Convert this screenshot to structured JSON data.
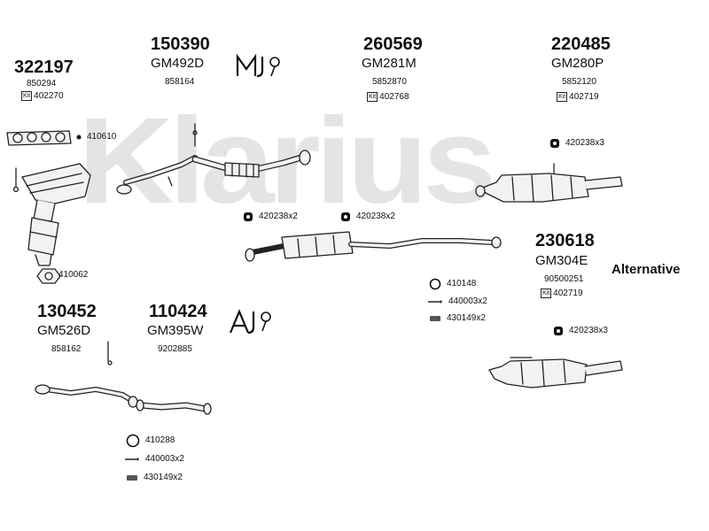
{
  "watermark": "Klarius",
  "parts": {
    "p322197": {
      "number": "322197",
      "oe": "850294",
      "kit": "402270"
    },
    "p150390": {
      "number": "150390",
      "code": "GM492D",
      "oe": "858164"
    },
    "p260569": {
      "number": "260569",
      "code": "GM281M",
      "oe": "5852870",
      "kit": "402768"
    },
    "p220485": {
      "number": "220485",
      "code": "GM280P",
      "oe": "5852120",
      "kit": "402719"
    },
    "p230618": {
      "number": "230618",
      "code": "GM304E",
      "oe": "90500251",
      "kit": "402719"
    },
    "p130452": {
      "number": "130452",
      "code": "GM526D",
      "oe": "858162"
    },
    "p110424": {
      "number": "110424",
      "code": "GM395W",
      "oe": "9202885"
    }
  },
  "fittings": {
    "gasket_410610": "410610",
    "gasket_410062": "410062",
    "clamp_rear_top": "420238x3",
    "clamp_mid_left": "420238x2",
    "clamp_mid_right": "420238x2",
    "clamp_rear_bottom": "420238x3",
    "ring_410148": "410148",
    "pin_440003_mid": "440003x2",
    "bolt_430149_mid": "430149x2",
    "ring_410288": "410288",
    "pin_440003_bottom": "440003x2",
    "bolt_430149_bottom": "430149x2"
  },
  "kit_label": "Kit",
  "alternative_label": "Alternative",
  "colors": {
    "watermark": "#e4e4e4",
    "ink": "#111111",
    "pipe_fill": "#f2f2f2"
  }
}
